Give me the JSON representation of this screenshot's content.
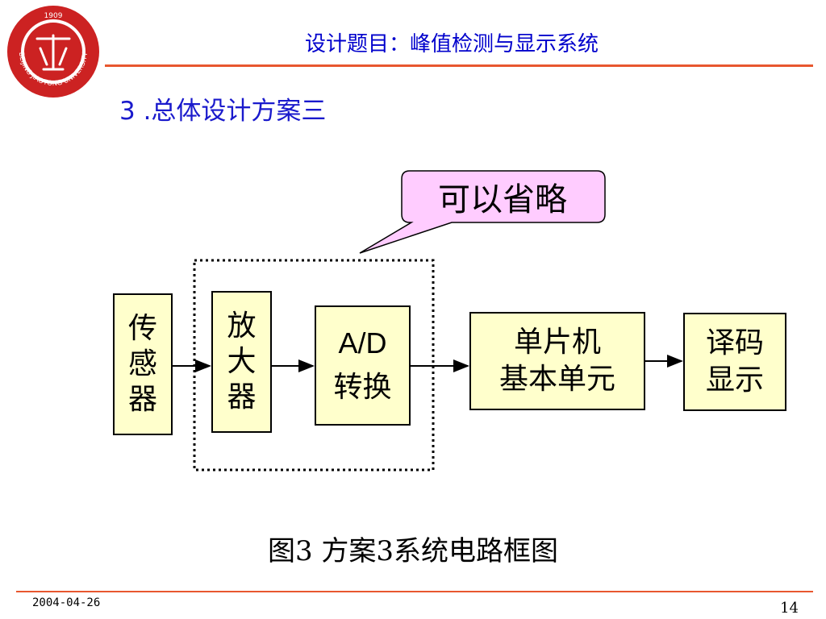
{
  "header": {
    "title": "设计题目：峰值检测与显示系统",
    "logo": {
      "year": "1909",
      "name": "BEIJING JIAOTONG UNIVERSITY",
      "icon": "university-seal-icon"
    }
  },
  "section_title": "3 .总体设计方案三",
  "diagram": {
    "callout": "可以省略",
    "blocks": {
      "sensor": [
        "传",
        "感",
        "器"
      ],
      "amplifier": [
        "放",
        "大",
        "器"
      ],
      "adc_line1": "A/D",
      "adc_line2": "转换",
      "mcu_line1": "单片机",
      "mcu_line2": "基本单元",
      "decode_line1": "译码",
      "decode_line2": "显示"
    },
    "caption": "图3 方案3系统电路框图"
  },
  "footer": {
    "date": "2004-04-26",
    "page": "14"
  },
  "colors": {
    "title": "#0000cc",
    "section": "#1a1acc",
    "rule": "#e8572f",
    "block_fill": "#ffffcc",
    "callout_fill": "#ffccff",
    "logo_red": "#cc2222"
  }
}
